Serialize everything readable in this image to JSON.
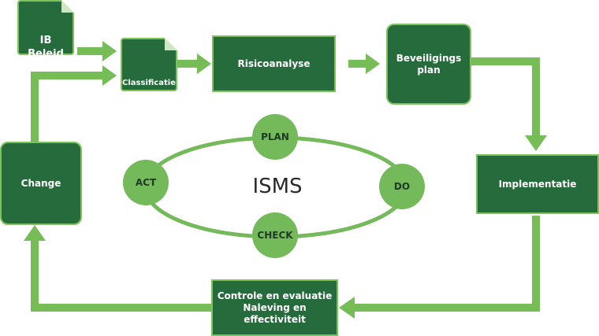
{
  "colors": {
    "box_fill": "#266b3c",
    "box_border": "#7dc25a",
    "arrow": "#76bd57",
    "circle": "#74b95a"
  },
  "docs": {
    "ib_beleid": "IB\nBeleid",
    "classificatie": "Classificatie\nVIB"
  },
  "boxes": {
    "risicoanalyse": "Risicoanalyse",
    "beveiligingsplan": "Beveiligings\nplan",
    "implementatie": "Implementatie",
    "controle": "Controle en evaluatie\nNaleving en effectiviteit",
    "change": "Change"
  },
  "cycle": {
    "center": "ISMS",
    "plan": "PLAN",
    "do": "DO",
    "check": "CHECK",
    "act": "ACT"
  }
}
